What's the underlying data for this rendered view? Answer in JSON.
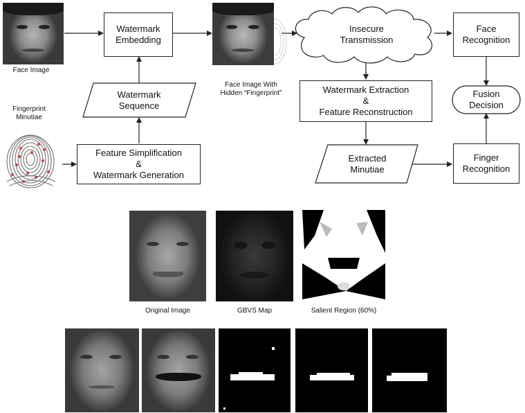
{
  "diagram": {
    "nodes": {
      "watermark_embedding": "Watermark\nEmbedding",
      "watermark_sequence": "Watermark\nSequence",
      "feature_simplification": "Feature Simplification\n&\nWatermark Generation",
      "insecure_transmission": "Insecure\nTransmission",
      "watermark_extraction": "Watermark Extraction\n&\nFeature Reconstruction",
      "extracted_minutiae": "Extracted\nMinutiae",
      "face_recognition": "Face\nRecognition",
      "fusion_decision": "Fusion\nDecision",
      "finger_recognition": "Finger\nRecognition"
    },
    "labels": {
      "face_image": "Face Image",
      "fingerprint_minutiae": "Fingerprint\nMinutiae",
      "face_with_hidden": "Face Image With\nHidden “Fingerprint”"
    }
  },
  "middle_captions": [
    "Original Image",
    "GBVS Map",
    "Salient Region (60%)"
  ],
  "colors": {
    "stroke": "#222222",
    "minutiae": "#d04040"
  }
}
